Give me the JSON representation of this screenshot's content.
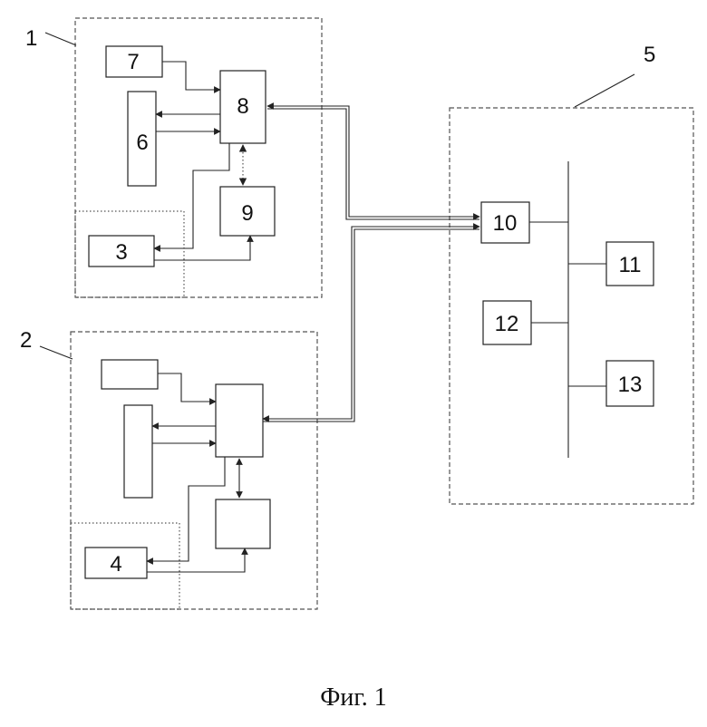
{
  "labels": {
    "group1": "1",
    "group2": "2",
    "group5": "5",
    "block3": "3",
    "block4": "4",
    "block6": "6",
    "block7": "7",
    "block8": "8",
    "block9": "9",
    "block10": "10",
    "block11": "11",
    "block12": "12",
    "block13": "13"
  },
  "caption": "Фиг. 1"
}
